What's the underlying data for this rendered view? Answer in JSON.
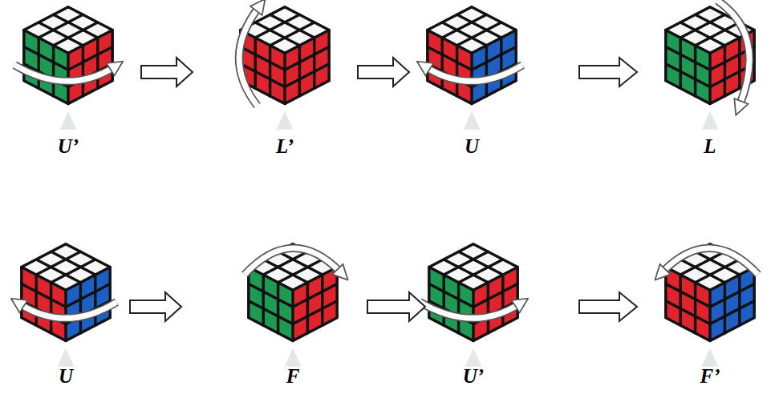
{
  "diagram": {
    "labels": [
      "U’",
      "L’",
      "U",
      "L",
      "U",
      "F",
      "U’",
      "F’"
    ]
  }
}
